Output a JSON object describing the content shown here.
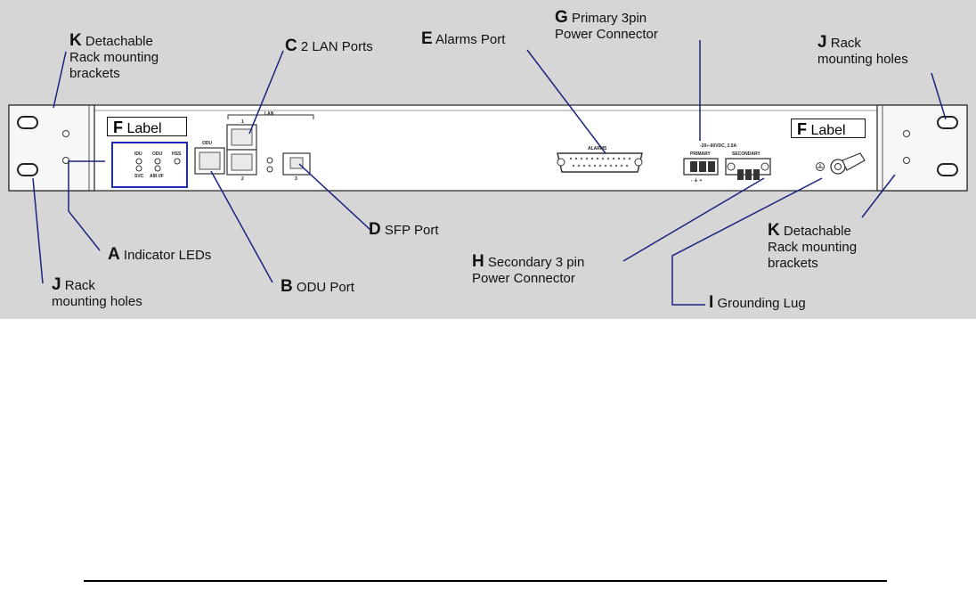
{
  "label_panel": {
    "letter": "F",
    "text": "Label"
  },
  "callouts": {
    "k_left": {
      "letter": "K",
      "line1": "Detachable",
      "line2": "Rack mounting",
      "line3": "brackets"
    },
    "c": {
      "letter": "C",
      "text": "2 LAN Ports"
    },
    "e": {
      "letter": "E",
      "text": "Alarms Port"
    },
    "g": {
      "letter": "G",
      "line1": "Primary 3pin",
      "line2": "Power Connector"
    },
    "j_right": {
      "letter": "J",
      "line1": "Rack",
      "line2": "mounting holes"
    },
    "d": {
      "letter": "D",
      "text": "SFP Port"
    },
    "a": {
      "letter": "A",
      "text": "Indicator LEDs"
    },
    "h": {
      "letter": "H",
      "line1": "Secondary 3 pin",
      "line2": "Power Connector"
    },
    "k_right": {
      "letter": "K",
      "line1": "Detachable",
      "line2": "Rack mounting",
      "line3": "brackets"
    },
    "j_left": {
      "letter": "J",
      "line1": "Rack",
      "line2": "mounting holes"
    },
    "b": {
      "letter": "B",
      "text": "ODU Port"
    },
    "i": {
      "letter": "I",
      "text": "Grounding Lug"
    }
  },
  "device_text": {
    "led_idu": "IDU",
    "led_odu": "ODU",
    "led_hss": "HSS",
    "led_svc": "SVC",
    "led_air": "AIR I/F",
    "odu": "ODU",
    "lan": "LAN",
    "lan_1": "1",
    "lan_2": "2",
    "sfp_num": "3",
    "alarms": "ALARMS",
    "voltage": "-20÷-60VDC, 2.5A",
    "primary": "PRIMARY",
    "secondary": "SECONDARY",
    "polarity": "-  ⏚  +"
  },
  "colors": {
    "background": "#d6d6d6",
    "leader_line": "#1a237e",
    "led_box": "#1a2bb5"
  }
}
